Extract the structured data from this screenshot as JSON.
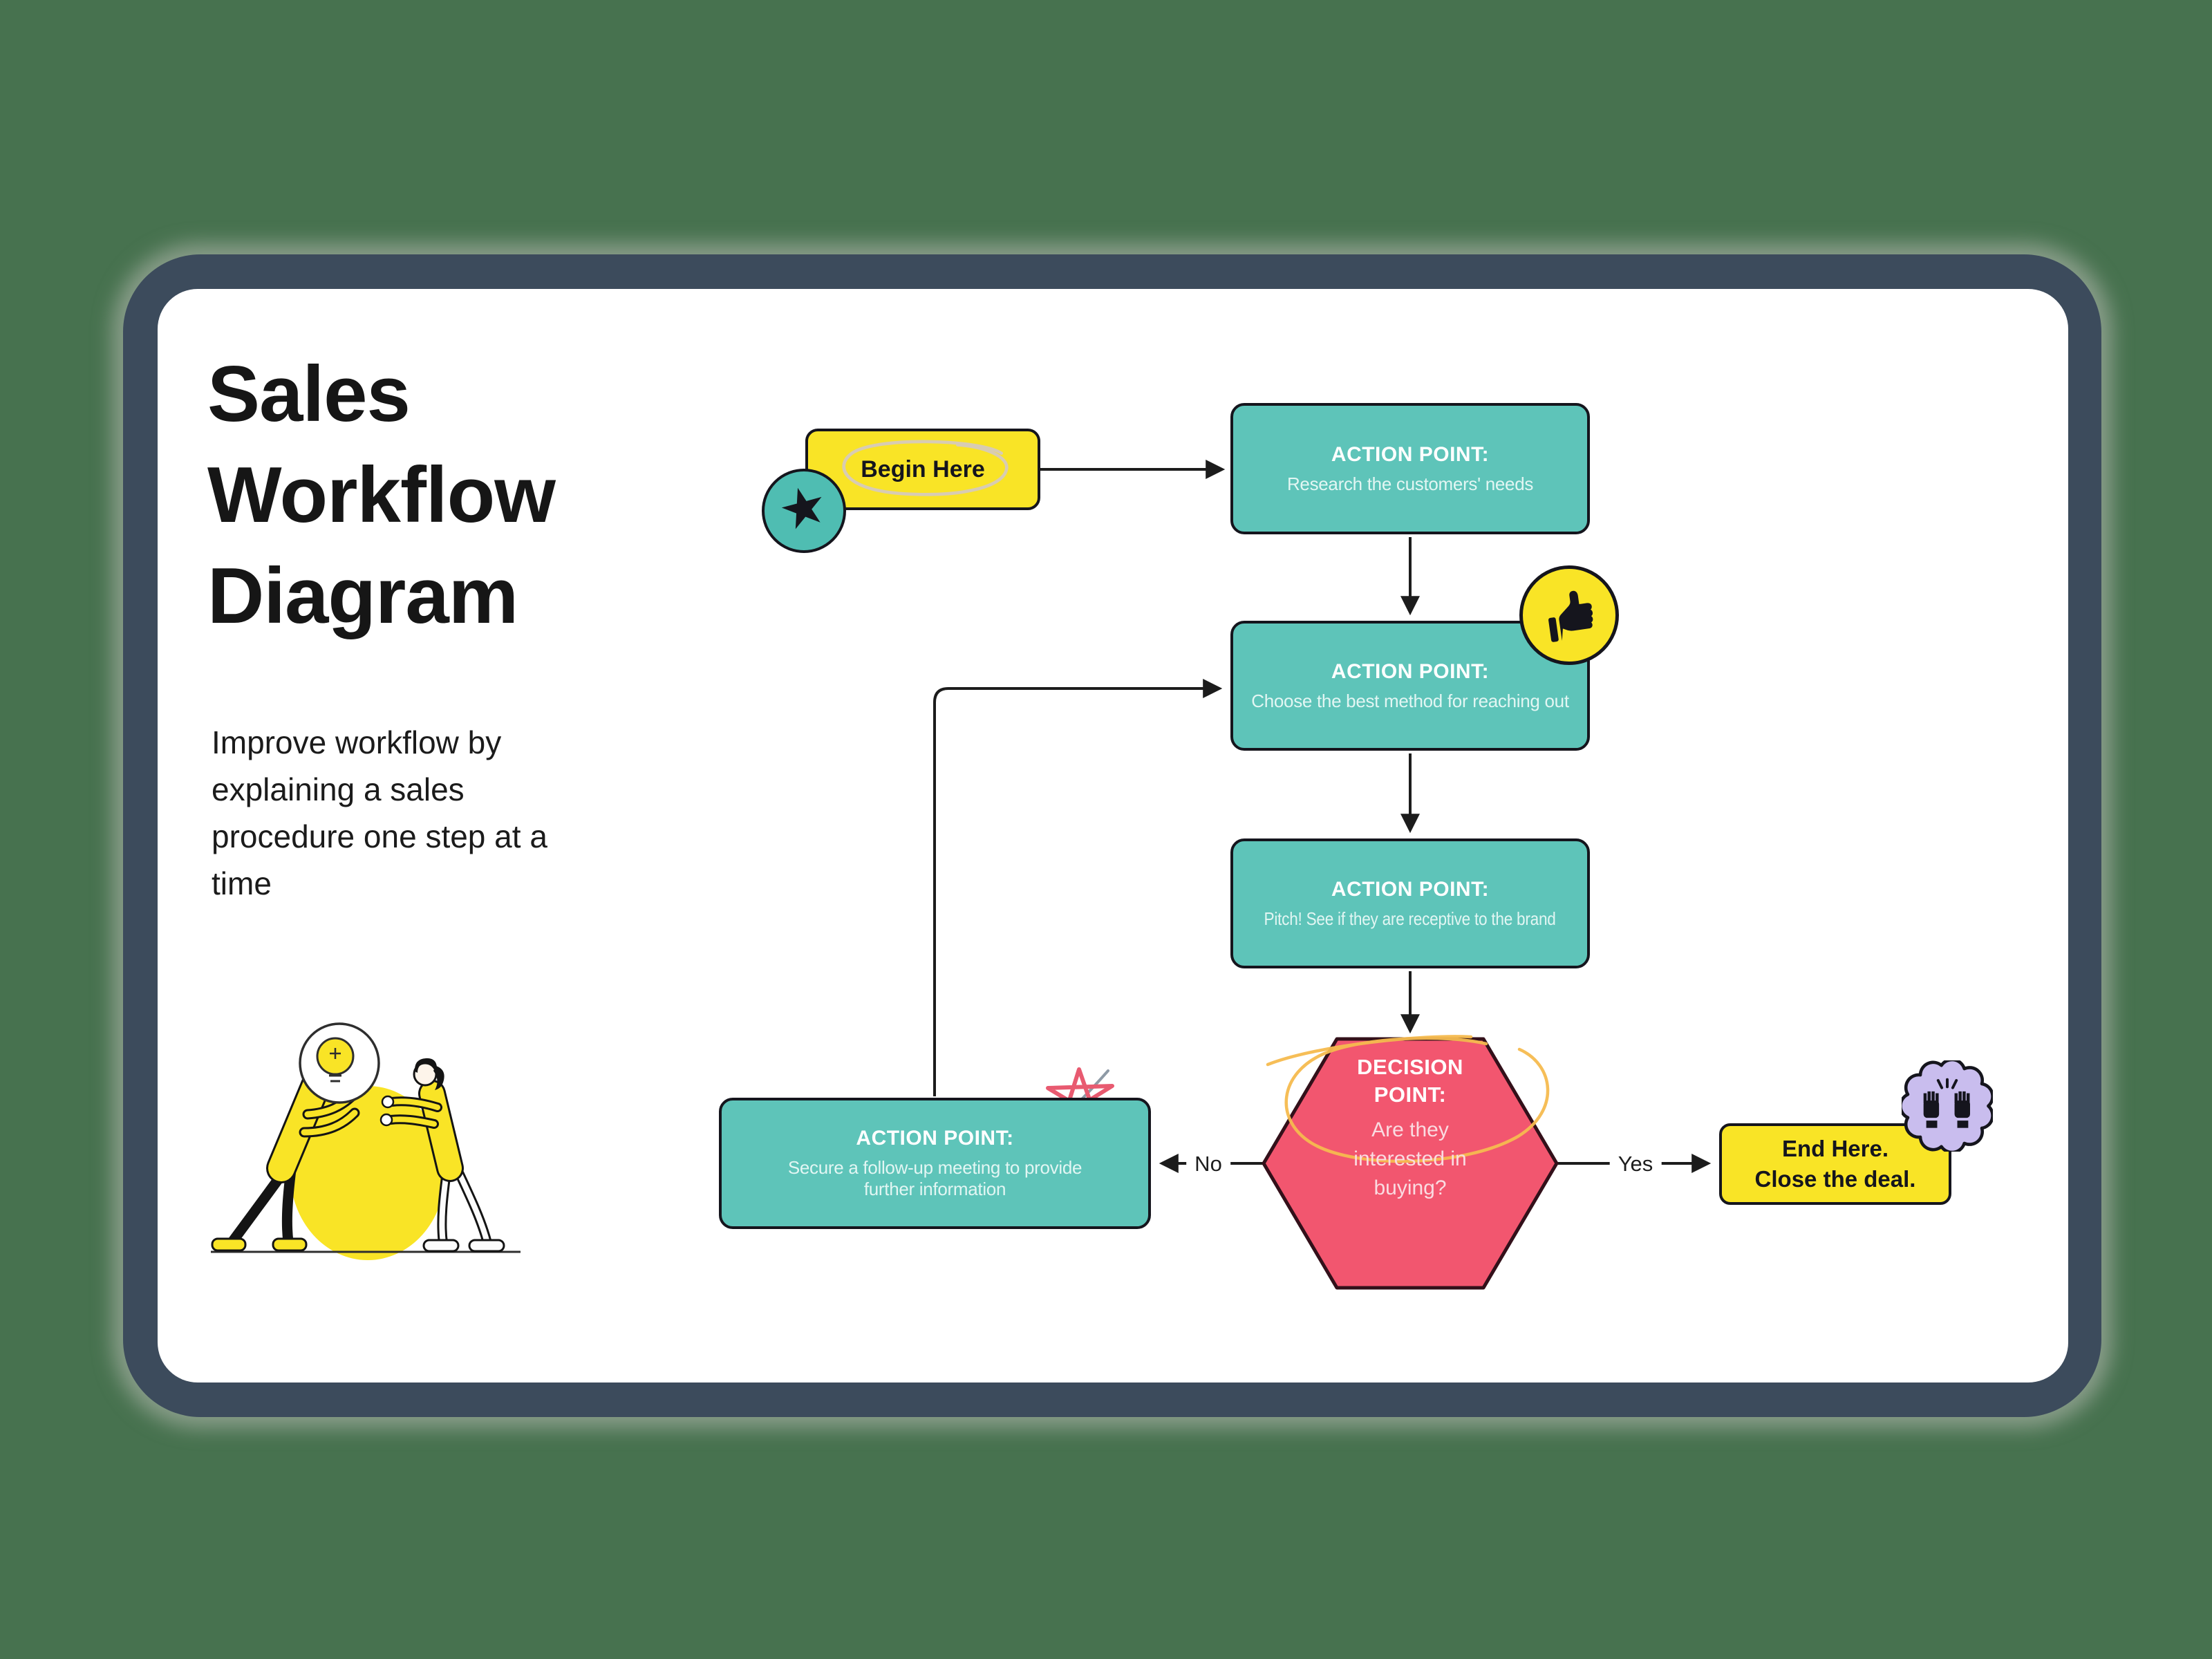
{
  "slide": {
    "title_lines": [
      "Sales",
      "Workflow",
      "Diagram"
    ],
    "subtitle": "Improve workflow by explaining a sales procedure one step at a time"
  },
  "flowchart": {
    "begin": {
      "label": "Begin Here",
      "badge_icon": "star-icon"
    },
    "action1": {
      "heading": "ACTION POINT:",
      "body": "Research the customers' needs"
    },
    "action2": {
      "heading": "ACTION POINT:",
      "body": "Choose the best method for reaching out",
      "badge_icon": "thumbs-up-icon"
    },
    "action3": {
      "heading": "ACTION POINT:",
      "body": "Pitch! See if they are receptive to the brand"
    },
    "action4": {
      "heading": "ACTION POINT:",
      "body": "Secure a follow-up meeting to provide further information"
    },
    "decision": {
      "heading": "DECISION POINT:",
      "body": "Are they interested in buying?"
    },
    "end": {
      "line1": "End Here.",
      "line2": "Close the deal.",
      "badge_icon": "raised-hands-icon"
    },
    "edge_labels": {
      "no": "No",
      "yes": "Yes"
    }
  },
  "colors": {
    "canvas_background": "#47724F",
    "frame": "#3C4B5C",
    "slide_background": "#FFFFFF",
    "teal_node": "#5EC4B9",
    "yellow_node": "#F9E426",
    "pink_decision": "#F2566F",
    "lavender_badge": "#C9BDEE",
    "ink": "#15151D",
    "doodle_beige": "#D8CCB2",
    "doodle_orange": "#F6BB4F",
    "doodle_pink": "#E85A70"
  }
}
